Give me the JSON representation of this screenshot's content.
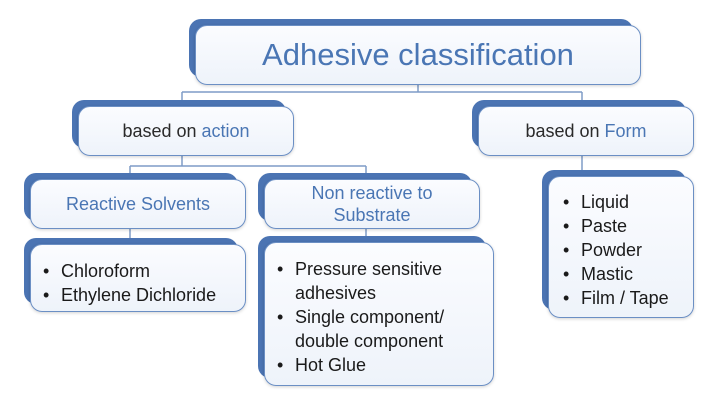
{
  "title": "Adhesive classification",
  "branches": {
    "action": {
      "prefix": "based on ",
      "accent": "action"
    },
    "form": {
      "prefix": "based on ",
      "accent": "Form"
    }
  },
  "categories": {
    "reactive": "Reactive Solvents",
    "non_reactive_line1": "Non reactive to",
    "non_reactive_line2": "Substrate"
  },
  "lists": {
    "reactive": [
      "Chloroform",
      "Ethylene Dichloride"
    ],
    "non_reactive": [
      [
        "Pressure sensitive",
        "adhesives"
      ],
      [
        "Single component/",
        "double component"
      ],
      [
        "Hot Glue"
      ]
    ],
    "form": [
      "Liquid",
      "Paste",
      "Powder",
      "Mastic",
      "Film / Tape"
    ]
  },
  "colors": {
    "accent": "#4a76b4",
    "box_shadow": "#4b74b3",
    "connector": "#7f9cc7"
  }
}
